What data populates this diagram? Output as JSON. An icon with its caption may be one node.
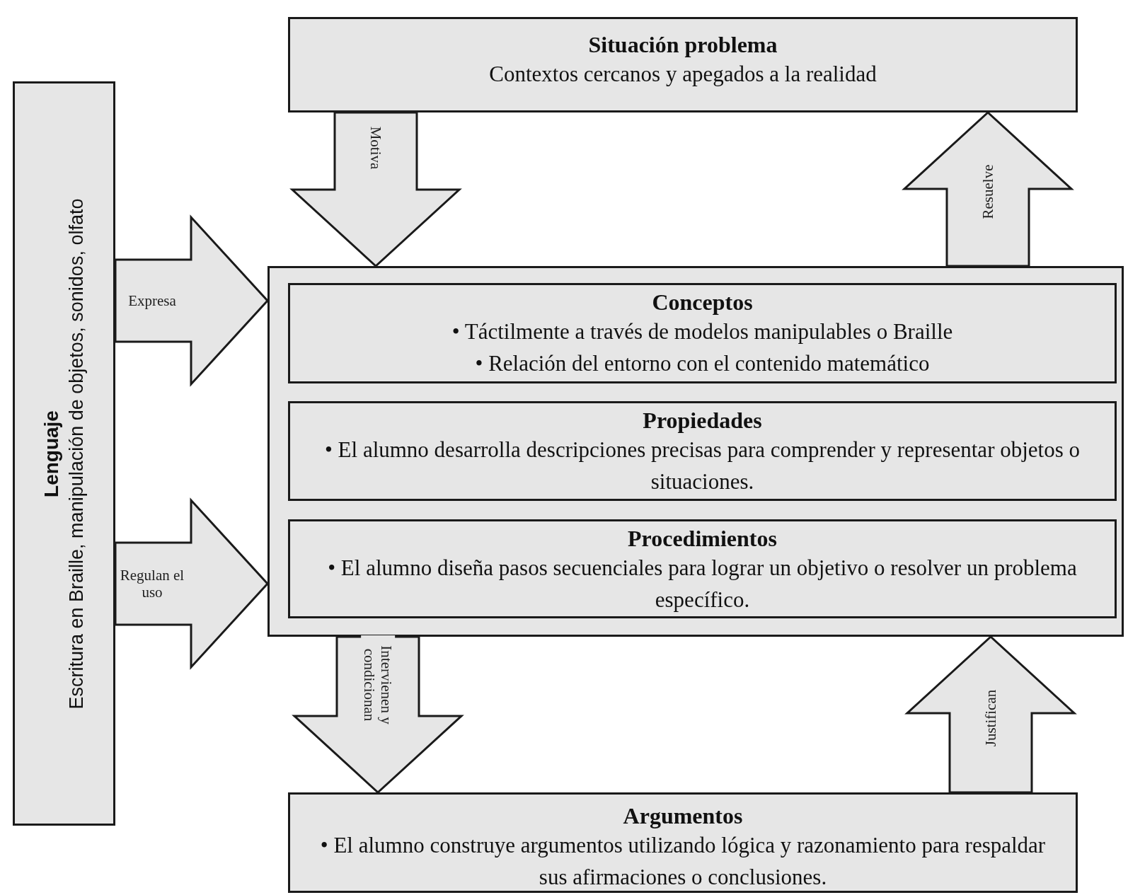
{
  "diagram": {
    "nodes": [
      {
        "text": [
          "Situación problema",
          "Contextos cercanos y apegados a la realidad"
        ]
      },
      {
        "text": [
          "Lenguaje",
          "Escritura en Braille, manipulación de objetos, sonidos, olfato"
        ]
      },
      {
        "text": [],
        "shape": "box"
      },
      {
        "text": [
          "Conceptos",
          "• Táctilmente a través de modelos manipulables o Braille",
          "• Relación del entorno con el contenido matemático"
        ],
        "in": 2
      },
      {
        "text": [
          "Propiedades",
          "• El alumno desarrolla descripciones precisas para comprender y representar objetos o situaciones."
        ],
        "in": 2
      },
      {
        "text": [
          "Procedimientos",
          "• El alumno diseña pasos secuenciales para lograr un objetivo o resolver un problema específico."
        ],
        "in": 2
      },
      {
        "text": [
          "Argumentos",
          "• El alumno construye argumentos utilizando lógica y razonamiento para respaldar sus afirmaciones o conclusiones."
        ]
      }
    ],
    "edges": [
      {
        "from": 0,
        "to": 2,
        "arrow": "to",
        "label": "Motiva"
      },
      {
        "from": 2,
        "to": 0,
        "arrow": "to",
        "label": "Resuelve"
      },
      {
        "from": 1,
        "to": 2,
        "arrow": "to",
        "label": "Expresa"
      },
      {
        "from": 1,
        "to": 2,
        "arrow": "to",
        "label": "Regulan el uso"
      },
      {
        "from": 2,
        "to": 6,
        "arrow": "to",
        "label": "Intervienen y condicionan"
      },
      {
        "from": 6,
        "to": 2,
        "arrow": "to",
        "label": "Justifican"
      }
    ]
  }
}
